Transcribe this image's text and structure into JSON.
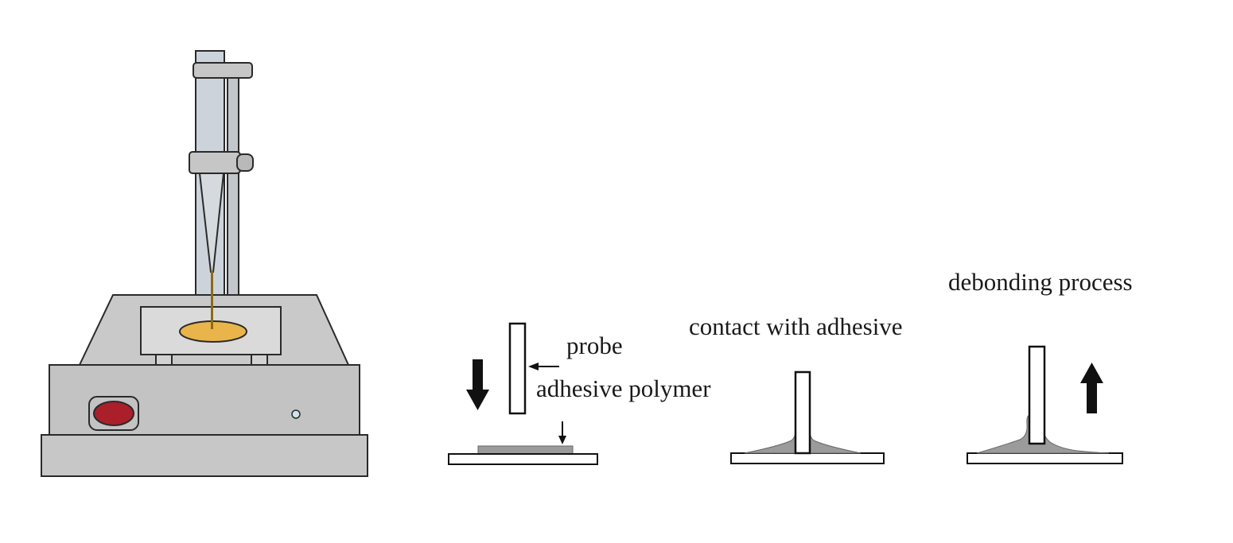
{
  "figure": {
    "labels": {
      "probe": "probe",
      "adhesive_polymer": "adhesive polymer",
      "contact_with_adhesive": "contact with adhesive",
      "debonding_process": "debonding process"
    },
    "icons": {
      "approach_arrow": "bold-down-arrow",
      "probe_pointer": "left-arrow",
      "adhesive_pointer": "small-down-arrow",
      "debonding_arrow": "bold-up-arrow"
    },
    "colors": {
      "background": "#ffffff",
      "outline": "#1a1a1a",
      "machine_body_gray": "#c6c6c6",
      "machine_column_gray": "#ccd3da",
      "deck_gray": "#c9c9c9",
      "plate_gray": "#dadada",
      "sample_yellow": "#e9b54a",
      "button_red": "#aa1f2a",
      "indicator_blue": "#cfe2ea",
      "adhesive_gray": "#9b9b9b",
      "needle_gold": "#8a6a1a"
    }
  }
}
